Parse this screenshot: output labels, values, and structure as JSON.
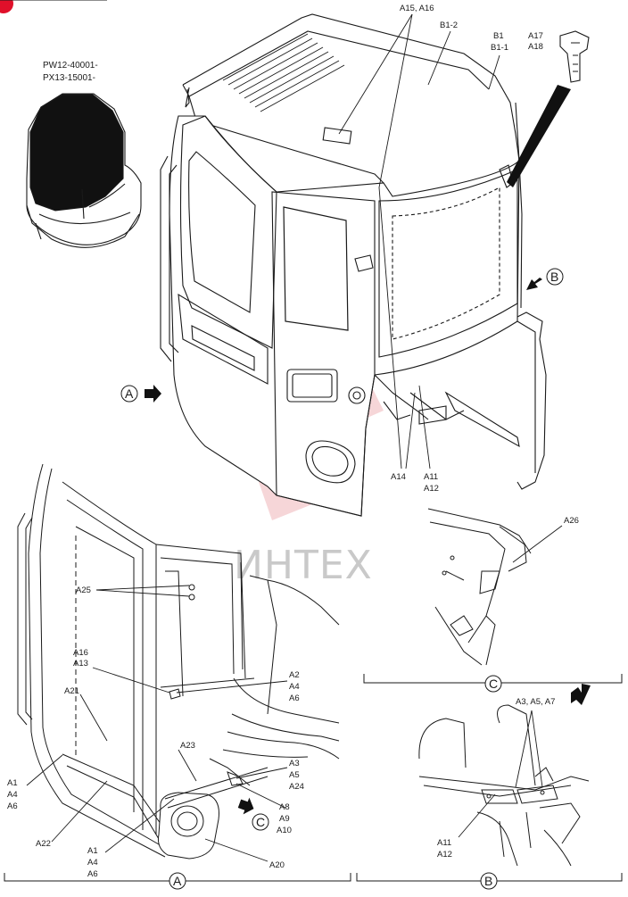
{
  "corner_badge": {
    "color": "#e0102a"
  },
  "watermark": {
    "text": "ИНТЕХ",
    "color": "#d94a52"
  },
  "inset_serial": {
    "line1": "PW12-40001-",
    "line2": "PX13-15001-"
  },
  "top_labels": {
    "a15_a16": "A15, A16",
    "b1_2": "B1-2",
    "b1": "B1",
    "b1_1": "B1-1",
    "a17": "A17",
    "a18": "A18",
    "a14": "A14",
    "a11": "A11",
    "a12": "A12"
  },
  "view_markers": {
    "a": "A",
    "b": "B",
    "c": "C"
  },
  "view_a_labels": {
    "a25": "A25",
    "a16": "A16",
    "a13": "A13",
    "a21": "A21",
    "a2": "A2",
    "a4_1": "A4",
    "a6_1": "A6",
    "a23": "A23",
    "a3": "A3",
    "a5": "A5",
    "a24": "A24",
    "a1_l": "A1",
    "a4_l": "A4",
    "a6_l": "A6",
    "a8": "A8",
    "a9": "A9",
    "a10": "A10",
    "a22": "A22",
    "a1_b": "A1",
    "a4_b": "A4",
    "a6_b": "A6",
    "a20": "A20"
  },
  "view_c_labels": {
    "a26": "A26"
  },
  "view_b_labels": {
    "a3_a5_a7": "A3, A5, A7",
    "a11": "A11",
    "a12": "A12"
  }
}
